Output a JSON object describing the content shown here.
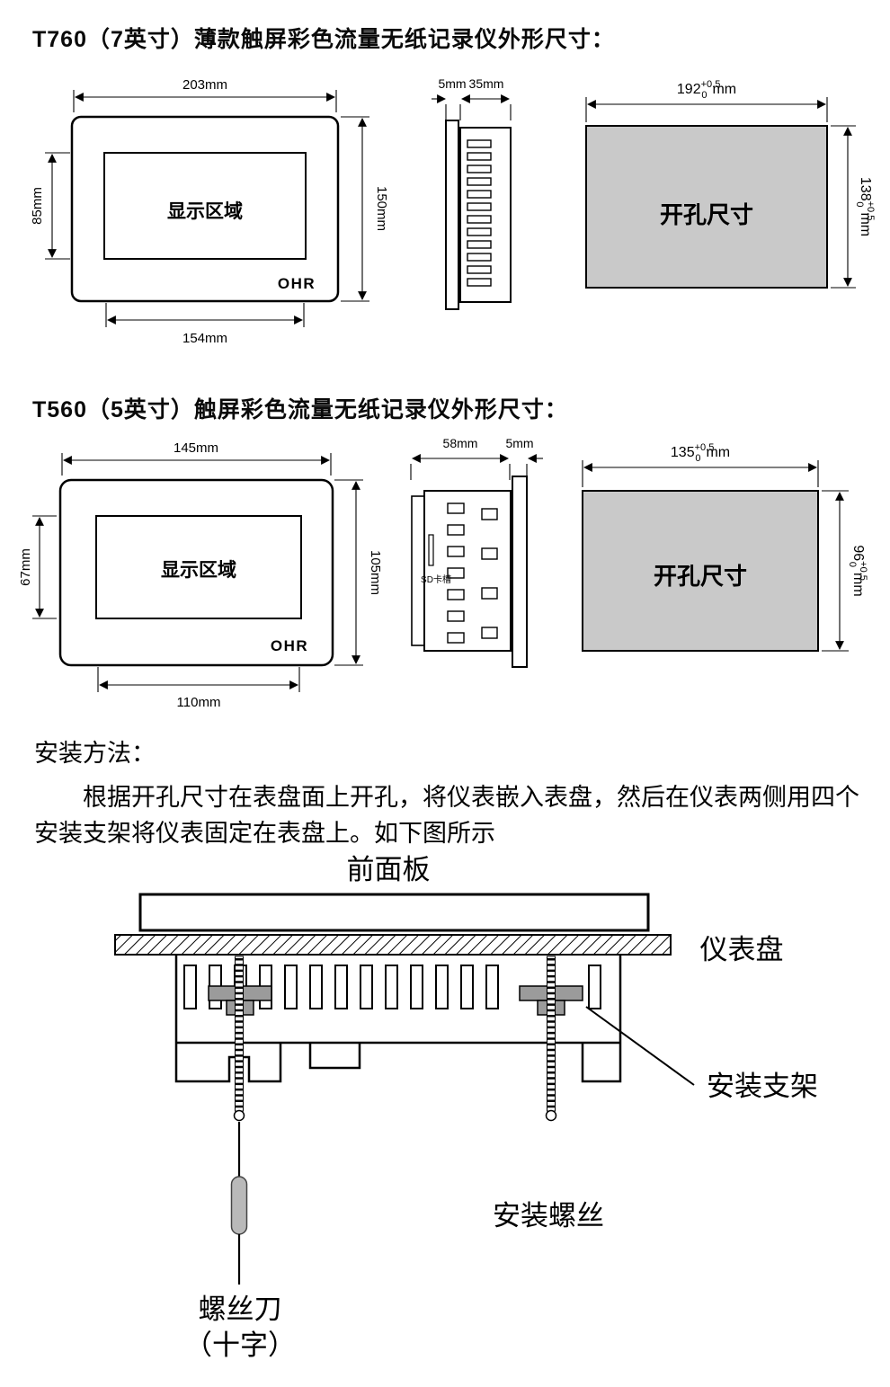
{
  "t760": {
    "title": "T760（7英寸）薄款触屏彩色流量无纸记录仪外形尺寸：",
    "front": {
      "top_dim": "203mm",
      "right_dim": "150mm",
      "left_dim": "85mm",
      "bottom_dim": "154mm",
      "display_label": "显示区域",
      "logo": "OHR"
    },
    "side": {
      "front_depth": "5mm",
      "body_depth": "35mm"
    },
    "cutout": {
      "label": "开孔尺寸",
      "width_val": "192",
      "width_tol_up": "+0.5",
      "width_tol_dn": "0",
      "width_unit": "mm",
      "height_val": "138",
      "height_tol_up": "+0.5",
      "height_tol_dn": "0",
      "height_unit": "mm"
    }
  },
  "t560": {
    "title": "T560（5英寸）触屏彩色流量无纸记录仪外形尺寸：",
    "front": {
      "top_dim": "145mm",
      "right_dim": "105mm",
      "left_dim": "67mm",
      "bottom_dim": "110mm",
      "display_label": "显示区域",
      "logo": "OHR"
    },
    "side": {
      "body_depth": "58mm",
      "front_depth": "5mm",
      "sd_slot": "SD卡槽"
    },
    "cutout": {
      "label": "开孔尺寸",
      "width_val": "135",
      "width_tol_up": "+0.5",
      "width_tol_dn": "0",
      "width_unit": "mm",
      "height_val": "96",
      "height_tol_up": "+0.5",
      "height_tol_dn": "0",
      "height_unit": "mm"
    }
  },
  "install": {
    "heading": "安装方法：",
    "paragraph": "根据开孔尺寸在表盘面上开孔，将仪表嵌入表盘，然后在仪表两侧用四个安装支架将仪表固定在表盘上。如下图所示",
    "labels": {
      "front_panel": "前面板",
      "panel": "仪表盘",
      "bracket": "安装支架",
      "screw": "安装螺丝",
      "screwdriver_line1": "螺丝刀",
      "screwdriver_line2": "（十字）"
    }
  }
}
